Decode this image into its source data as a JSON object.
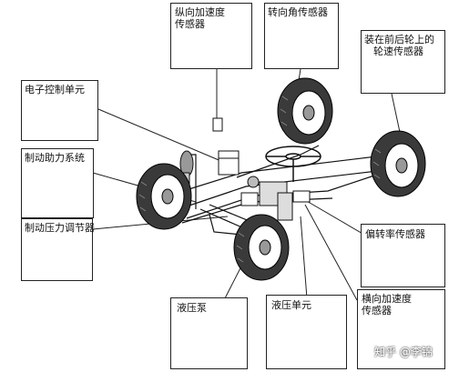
{
  "labels": {
    "longitudinal_accel_l1": "纵向加速度",
    "longitudinal_accel_l2": "传感器",
    "steering_angle": "转向角传感器",
    "wheel_speed_l1": "装在前后轮上的",
    "wheel_speed_l2": "轮速传感器",
    "ecu": "电子控制单元",
    "brake_booster": "制动助力系统",
    "pressure_regulator": "制动压力调节器",
    "hydraulic_pump": "液压泵",
    "hydraulic_unit": "液压单元",
    "yaw_rate": "偏转率传感器",
    "lateral_accel_l1": "横向加速度",
    "lateral_accel_l2": "传感器"
  },
  "watermark": "知乎 @李锦"
}
